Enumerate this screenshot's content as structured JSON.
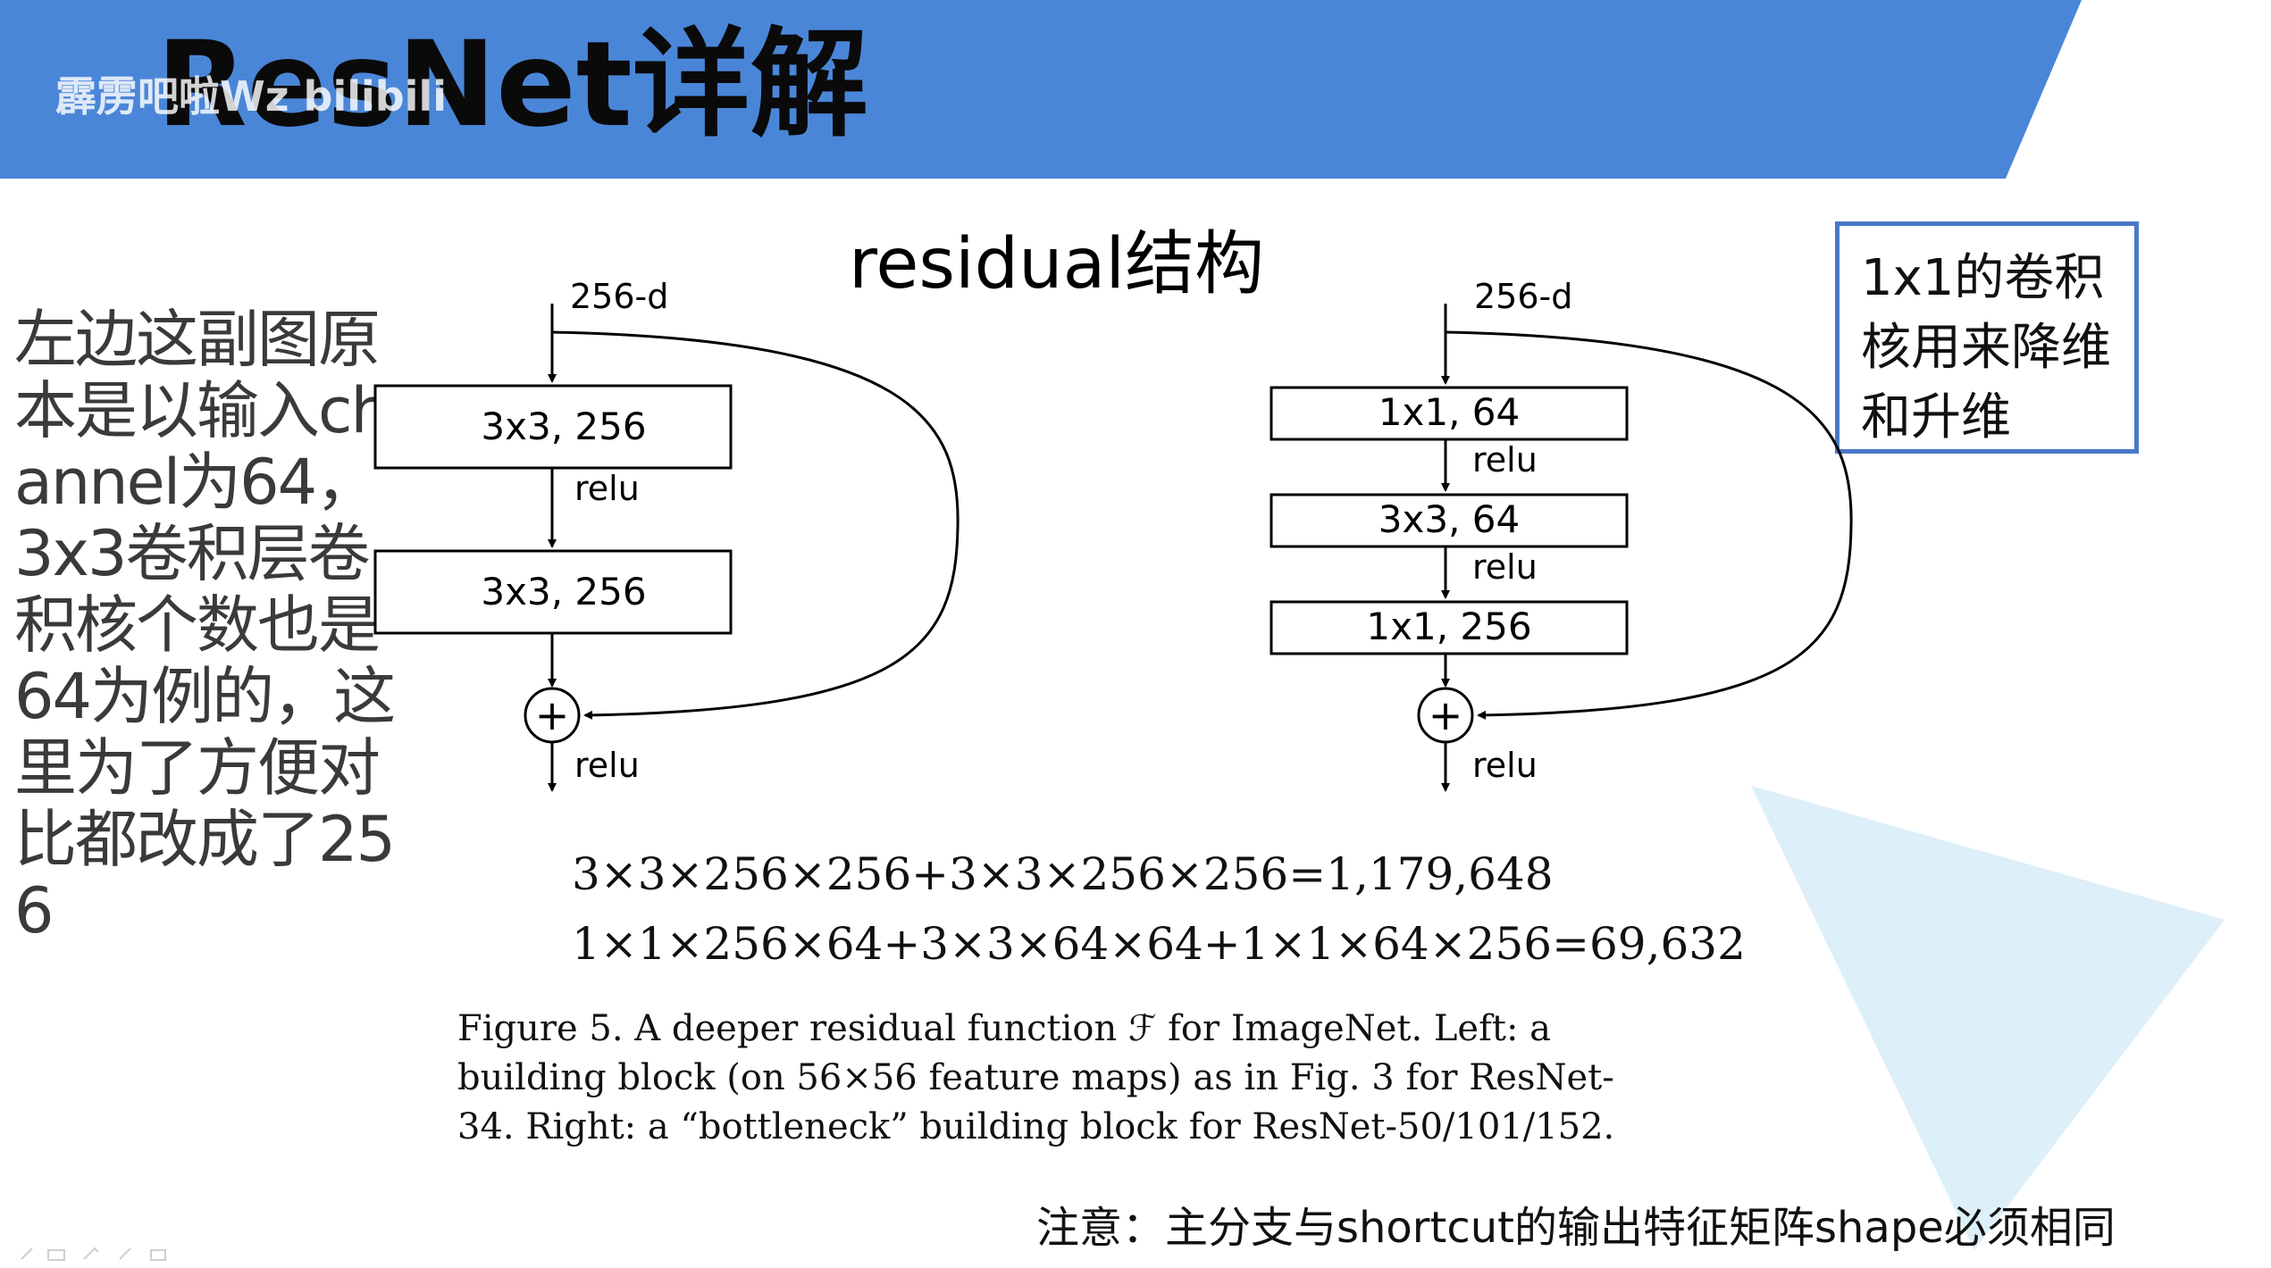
{
  "header": {
    "title": "ResNet详解",
    "watermark": "霹雳吧啦Wz bilibili"
  },
  "colors": {
    "banner": "#4a86d8",
    "callout_border": "#4a78c8",
    "deco_triangle": "#d5ebf8"
  },
  "diagram": {
    "title": "residual结构",
    "left_block": {
      "input_label": "256-d",
      "layers": [
        "3x3, 256",
        "3x3, 256"
      ],
      "activations": [
        "relu",
        "relu"
      ],
      "add_symbol": "+"
    },
    "right_block": {
      "input_label": "256-d",
      "layers": [
        "1x1, 64",
        "3x3, 64",
        "1x1, 256"
      ],
      "activations": [
        "relu",
        "relu",
        "relu"
      ],
      "add_symbol": "+"
    }
  },
  "left_note": "左边这副图原本是以输入channel为64，3x3卷积层卷积核个数也是64为例的，这里为了方便对比都改成了256",
  "callout": "1x1的卷积核用来降维和升维",
  "equations": [
    "3×3×256×256+3×3×256×256=1,179,648",
    "1×1×256×64+3×3×64×64+1×1×64×256=69,632"
  ],
  "caption": {
    "lines": [
      "Figure 5. A deeper residual function ℱ for ImageNet.  Left: a",
      "building block (on 56×56 feature maps) as in Fig. 3 for ResNet-",
      "34. Right: a “bottleneck” building block for ResNet-50/101/152."
    ]
  },
  "footer_note": "注意：主分支与shortcut的输出特征矩阵shape必须相同"
}
